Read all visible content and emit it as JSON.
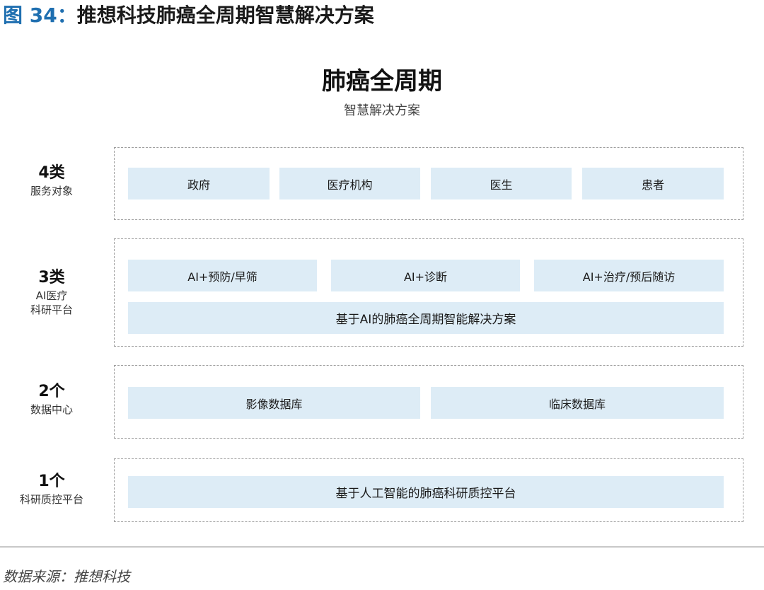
{
  "figure": {
    "number": "图 34：",
    "title": "推想科技肺癌全周期智慧解决方案"
  },
  "diagram": {
    "title": "肺癌全周期",
    "subtitle": "智慧解决方案",
    "layers": {
      "services": {
        "count_label": "4类",
        "name": "服务对象",
        "items": [
          "政府",
          "医疗机构",
          "医生",
          "患者"
        ]
      },
      "platform": {
        "count_label": "3类",
        "name_line1": "AI医疗",
        "name_line2": "科研平台",
        "items": [
          "AI+预防/早筛",
          "AI+诊断",
          "AI+治疗/预后随访"
        ],
        "banner": "基于AI的肺癌全周期智能解决方案"
      },
      "data_centers": {
        "count_label": "2个",
        "name": "数据中心",
        "items": [
          "影像数据库",
          "临床数据库"
        ]
      },
      "qc_platform": {
        "count_label": "1个",
        "name": "科研质控平台",
        "banner": "基于人工智能的肺癌科研质控平台"
      }
    }
  },
  "source": "数据来源：推想科技",
  "colors": {
    "figure_number": "#1f6fb0",
    "cell_fill": "#ddecf6",
    "dashed_border": "#9e9e9e"
  }
}
